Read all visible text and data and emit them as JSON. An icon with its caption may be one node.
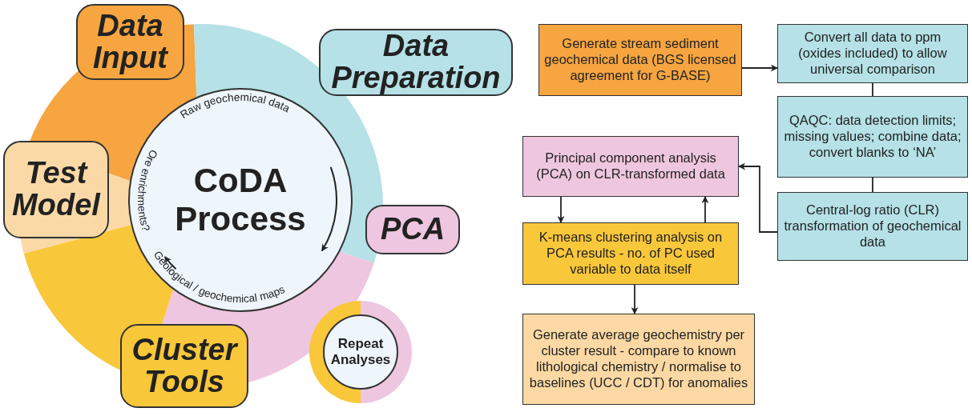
{
  "diagram": {
    "nodes": [
      {
        "text": [
          "Data Input"
        ]
      },
      {
        "text": [
          "Data Preparation"
        ]
      },
      {
        "text": [
          "PCA"
        ]
      },
      {
        "text": [
          "Test Model"
        ]
      },
      {
        "text": [
          "Cluster Tools"
        ]
      },
      {
        "text": [
          "CoDA Process"
        ]
      },
      {
        "text": [
          "Repeat Analyses"
        ]
      },
      {
        "text": [
          "Generate stream sediment geochemical data (BGS licensed agreement for G-BASE)"
        ]
      },
      {
        "text": [
          "Convert all data to ppm (oxides included) to allow universal comparison"
        ]
      },
      {
        "text": [
          "QAQC: data detection limits; missing values; combine data; convert blanks to ‘NA’"
        ]
      },
      {
        "text": [
          "Central-log ratio (CLR) transformation of geochemical data"
        ]
      },
      {
        "text": [
          "Principal component analysis (PCA) on CLR-transformed data"
        ]
      },
      {
        "text": [
          "K-means clustering analysis on PCA results - no. of PC used variable to data itself"
        ]
      },
      {
        "text": [
          "Generate average geochemistry per cluster result - compare to known lithological chemistry / normalise to baselines (UCC / CDT) for anomalies"
        ]
      }
    ],
    "edges": [
      {
        "from": 7,
        "to": 8,
        "arrow": "to"
      },
      {
        "from": 8,
        "to": 9,
        "arrow": "none"
      },
      {
        "from": 9,
        "to": 10,
        "arrow": "none"
      },
      {
        "from": 10,
        "to": 11,
        "arrow": "to"
      },
      {
        "from": 11,
        "to": 12,
        "arrow": "to"
      },
      {
        "from": 12,
        "to": 11,
        "arrow": "to"
      },
      {
        "from": 12,
        "to": 13,
        "arrow": "to"
      }
    ],
    "labels": [
      "Raw geochemical data",
      "Ore enrichments?",
      "Geological / geochemical maps"
    ]
  }
}
